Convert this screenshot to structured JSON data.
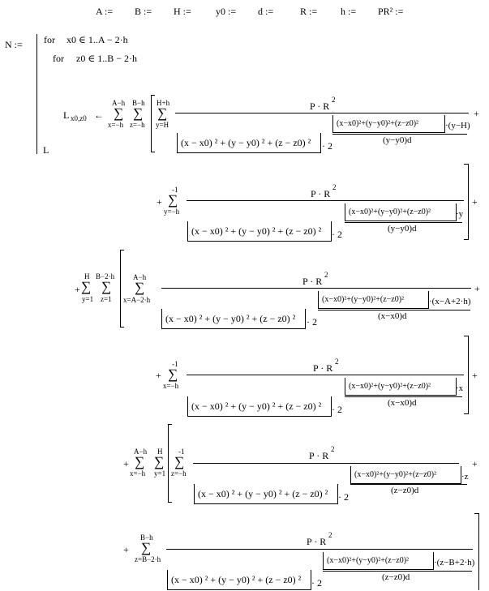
{
  "defs": [
    "A :=",
    "B :=",
    "H :=",
    "y0 :=",
    "d :=",
    "R :=",
    "h :=",
    "PR² :="
  ],
  "program": {
    "lhs": "N :=",
    "for_outer": "for",
    "range_outer": "x0 ∈ 1..A − 2·h",
    "for_inner": "for",
    "range_inner": "z0 ∈ 1..B − 2·h",
    "assign_var": "L",
    "assign_sub": "x0,z0",
    "arrow": "←",
    "return_var": "L"
  },
  "sym": {
    "sigma": "∑",
    "plus": "+",
    "plus_sp": "+ ",
    "two": "· 2",
    "minus1": "-1"
  },
  "terms": [
    {
      "sums": [
        {
          "upper": "A−h",
          "lower": "x=−h"
        },
        {
          "upper": "B−h",
          "lower": "z=−h"
        },
        {
          "upper": "H+h",
          "lower": "y=H"
        }
      ],
      "numerator": "P · R",
      "exp": "2",
      "denom": "(x − x0) ² + (y − y0) ² + (z − z0) ²",
      "sqrt": "(x−x0)²+(y−y0)²+(z−z0)²",
      "factor": "·(y−H)",
      "subden": "(y−y0)d"
    },
    {
      "sums": [
        {
          "upper": "-1",
          "lower": "y=−h"
        }
      ],
      "numerator": "P · R",
      "exp": "2",
      "denom": "(x − x0) ² + (y − y0) ² + (z − z0) ²",
      "sqrt": "(x−x0)²+(y−y0)²+(z−z0)²",
      "factor": "·y",
      "subden": "(y−y0)d"
    },
    {
      "sums": [
        {
          "upper": "H",
          "lower": "y=1"
        },
        {
          "upper": "B−2·h",
          "lower": "z=1"
        },
        {
          "upper": "A−h",
          "lower": "x=A−2·h"
        }
      ],
      "numerator": "P · R",
      "exp": "2",
      "denom": "(x − x0) ² + (y − y0) ² + (z − z0) ²",
      "sqrt": "(x−x0)²+(y−y0)²+(z−z0)²",
      "factor": "·(x−A+2·h)",
      "subden": "(x−x0)d"
    },
    {
      "sums": [
        {
          "upper": "-1",
          "lower": "x=−h"
        }
      ],
      "numerator": "P · R",
      "exp": "2",
      "denom": "(x − x0) ² + (y − y0) ² + (z − z0) ²",
      "sqrt": "(x−x0)²+(y−y0)²+(z−z0)²",
      "factor": "·x",
      "subden": "(x−x0)d"
    },
    {
      "sums": [
        {
          "upper": "A−h",
          "lower": "x=−h"
        },
        {
          "upper": "H",
          "lower": "y=1"
        },
        {
          "upper": "-1",
          "lower": "z=−h"
        }
      ],
      "numerator": "P · R",
      "exp": "2",
      "denom": "(x − x0) ² + (y − y0) ² + (z − z0) ²",
      "sqrt": "(x−x0)²+(y−y0)²+(z−z0)²",
      "factor": "·z",
      "subden": "(z−z0)d"
    },
    {
      "sums": [
        {
          "upper": "B−h",
          "lower": "z=B−2·h"
        }
      ],
      "numerator": "P · R",
      "exp": "2",
      "denom": "(x − x0) ² + (y − y0) ² + (z − z0) ²",
      "sqrt": "(x−x0)²+(y−y0)²+(z−z0)²",
      "factor": "·(z−B+2·h)",
      "subden": "(z−z0)d"
    }
  ]
}
